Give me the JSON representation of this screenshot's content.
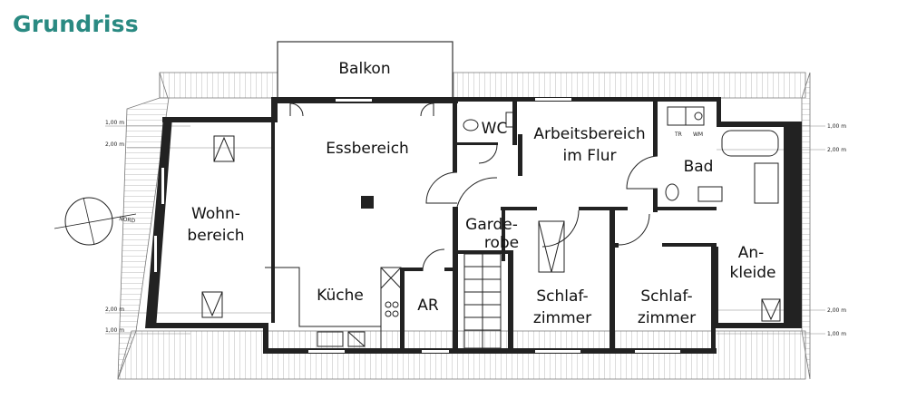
{
  "title": "Grundriss",
  "rooms": {
    "balkon": "Balkon",
    "essbereich": "Essbereich",
    "wc": "WC",
    "arbeitsbereich_1": "Arbeitsbereich",
    "arbeitsbereich_2": "im Flur",
    "bad": "Bad",
    "wohn_1": "Wohn-",
    "wohn_2": "bereich",
    "garderobe_1": "Garde-",
    "garderobe_2": "robe",
    "ankleide_1": "An-",
    "ankleide_2": "kleide",
    "kueche": "Küche",
    "ar": "AR",
    "schlaf1_1": "Schlaf-",
    "schlaf1_2": "zimmer",
    "schlaf2_1": "Schlaf-",
    "schlaf2_2": "zimmer"
  },
  "levels": {
    "left_top_100": "1,00 m",
    "left_top_200": "2,00 m",
    "left_bottom_200": "2,00 m",
    "left_bottom_100": "1,00 m",
    "right_top_100": "1,00 m",
    "right_top_200": "2,00 m",
    "right_bottom_200": "2,00 m",
    "right_bottom_100": "1,00 m"
  },
  "compass_label": "NORD",
  "fixture_labels": {
    "tr": "TR",
    "wm": "WM"
  },
  "colors": {
    "title": "#2a8a82",
    "wall": "#222222"
  }
}
